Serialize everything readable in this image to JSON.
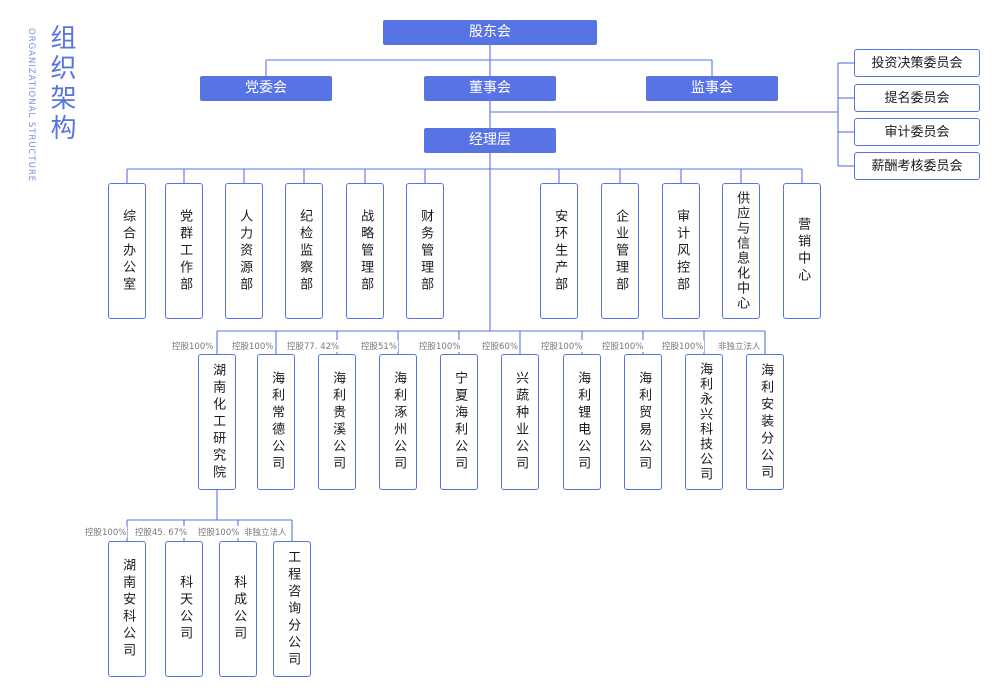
{
  "title": {
    "cn": "组织架构",
    "en": "ORGANIZATIONAL STRUCTURE"
  },
  "top": {
    "shareholders": "股东会",
    "party": "党委会",
    "board": "董事会",
    "supervisors": "监事会",
    "management": "经理层"
  },
  "committees": [
    "投资决策委员会",
    "提名委员会",
    "审计委员会",
    "薪酬考核委员会"
  ],
  "departments": [
    "综合办公室",
    "党群工作部",
    "人力资源部",
    "纪检监察部",
    "战略管理部",
    "财务管理部",
    "安环生产部",
    "企业管理部",
    "审计风控部",
    "供应与信息化中心",
    "营销中心"
  ],
  "subsidiaries": [
    {
      "name": "湖南化工研究院",
      "label": "控股100%"
    },
    {
      "name": "海利常德公司",
      "label": "控股100%"
    },
    {
      "name": "海利贵溪公司",
      "label": "控股77. 42%"
    },
    {
      "name": "海利涿州公司",
      "label": "控股51%"
    },
    {
      "name": "宁夏海利公司",
      "label": "控股100%"
    },
    {
      "name": "兴蔬种业公司",
      "label": "控股60%"
    },
    {
      "name": "海利锂电公司",
      "label": "控股100%"
    },
    {
      "name": "海利贸易公司",
      "label": "控股100%"
    },
    {
      "name": "海利永兴科技公司",
      "label": "控股100%"
    },
    {
      "name": "海利安装分公司",
      "label": "非独立法人"
    }
  ],
  "institute_units": [
    {
      "name": "湖南安科公司",
      "label": "控股100%"
    },
    {
      "name": "科天公司",
      "label": "控股45. 67%"
    },
    {
      "name": "科成公司",
      "label": "控股100%"
    },
    {
      "name": "工程咨询分公司",
      "label": "非独立法人"
    }
  ],
  "colors": {
    "accent": "#5874e4",
    "line": "#5874e4",
    "label": "#777777"
  }
}
